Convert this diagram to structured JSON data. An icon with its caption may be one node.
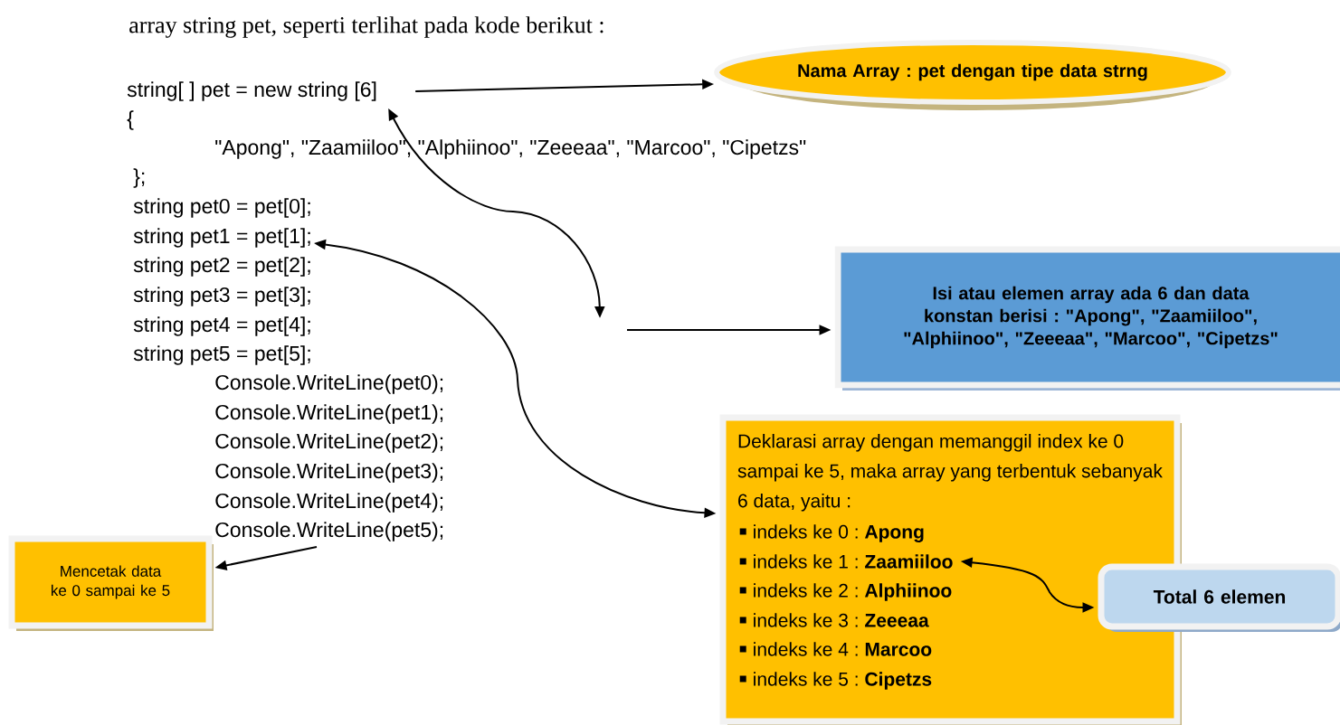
{
  "diagram": {
    "nodes": [
      {
        "text": [
          "string[ ] pet = new string [6]"
        ]
      },
      {
        "text": [
          "Nama Array : pet dengan tipe data strng"
        ]
      },
      {
        "text": [
          "string pet1 = pet[1];"
        ]
      },
      {
        "text": [
          "Isi atau elemen array ada 6 dan data konstan berisi : \"Apong\", \"Zaamiiloo\", \"Alphiinoo\", \"Zeeeaa\", \"Marcoo\", \"Cipetzs\""
        ]
      },
      {
        "text": [
          "Console.WriteLine(pet5);"
        ]
      },
      {
        "text": [
          "Mencetak data ke 0 sampai ke 5"
        ]
      },
      {
        "text": [
          "Deklarasi array dengan memanggil index ke 0 sampai ke 5, maka array yang terbentuk sebanyak 6 data, yaitu :"
        ]
      },
      {
        "text": [
          "indeks ke 0 : **Apong**"
        ],
        "in": 6
      },
      {
        "text": [
          "indeks ke 1 : **Zaamiiloo**"
        ],
        "in": 6
      },
      {
        "text": [
          "indeks ke 2 : **Alphiinoo**"
        ],
        "in": 6
      },
      {
        "text": [
          "indeks ke 3 : **Zeeeaa**"
        ],
        "in": 6
      },
      {
        "text": [
          "indeks ke 4 : **Marcoo**"
        ],
        "in": 6
      },
      {
        "text": [
          "indeks ke 5 : **Cipetzs**"
        ],
        "in": 6
      },
      {
        "text": [
          "Total 6 elemen"
        ]
      }
    ],
    "edges": [
      {
        "from": 0,
        "to": 1,
        "arrow": "to"
      },
      {
        "from": 0,
        "to": null,
        "arrow": "both"
      },
      {
        "from": null,
        "to": 3,
        "arrow": "to"
      },
      {
        "from": 2,
        "to": 6,
        "arrow": "both"
      },
      {
        "from": 4,
        "to": 5,
        "arrow": "to"
      },
      {
        "from": 8,
        "to": 13,
        "arrow": "both"
      }
    ],
    "labels": [
      "array string pet, seperti terlihat pada kode berikut :",
      "{",
      "\"Apong\", \"Zaamiiloo\", \"Alphiinoo\", \"Zeeeaa\", \"Marcoo\", \"Cipetzs\"",
      "};",
      "string pet0 = pet[0];",
      "string pet2 = pet[2];",
      "string pet3 = pet[3];",
      "string pet4 = pet[4];",
      "string pet5 = pet[5];",
      "Console.WriteLine(pet0);",
      "Console.WriteLine(pet1);",
      "Console.WriteLine(pet2);",
      "Console.WriteLine(pet3);",
      "Console.WriteLine(pet4);"
    ]
  }
}
